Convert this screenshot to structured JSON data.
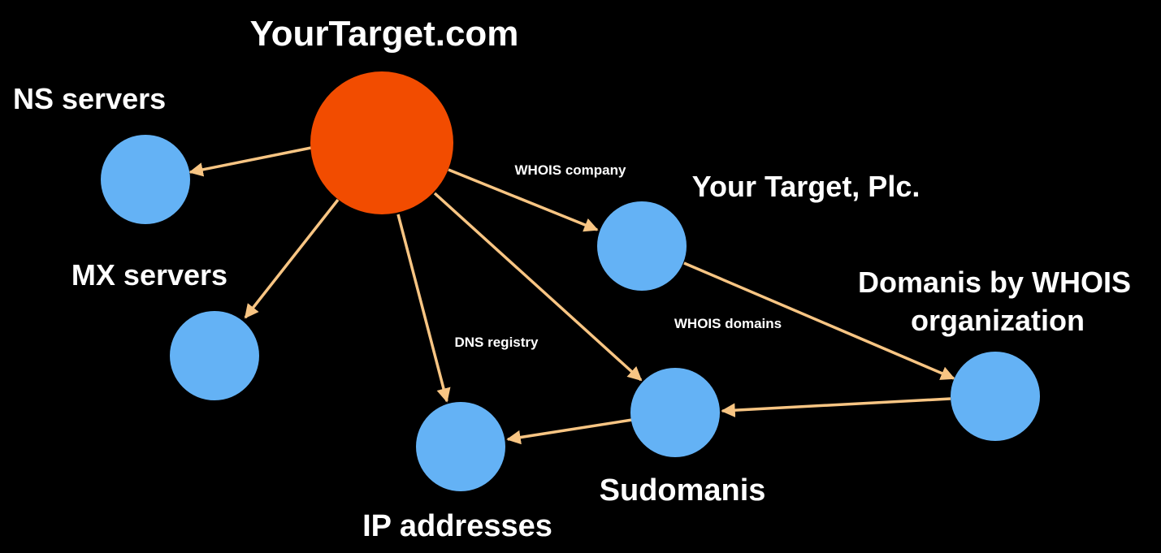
{
  "colors": {
    "background": "#000000",
    "root_node": "#f24c00",
    "child_node": "#64b2f5",
    "edge": "#f8c583",
    "text": "#ffffff"
  },
  "nodes": {
    "root": {
      "label": "YourTarget.com"
    },
    "ns": {
      "label": "NS servers"
    },
    "mx": {
      "label": "MX servers"
    },
    "ip": {
      "label": "IP addresses"
    },
    "sub": {
      "label": "Sudomanis"
    },
    "company": {
      "label": "Your Target, Plc."
    },
    "whois_org": {
      "label_line1": "Domanis by WHOIS",
      "label_line2": "organization"
    }
  },
  "edges": {
    "whois_company": {
      "label": "WHOIS company"
    },
    "dns_registry": {
      "label": "DNS registry"
    },
    "whois_domains": {
      "label": "WHOIS domains"
    }
  }
}
